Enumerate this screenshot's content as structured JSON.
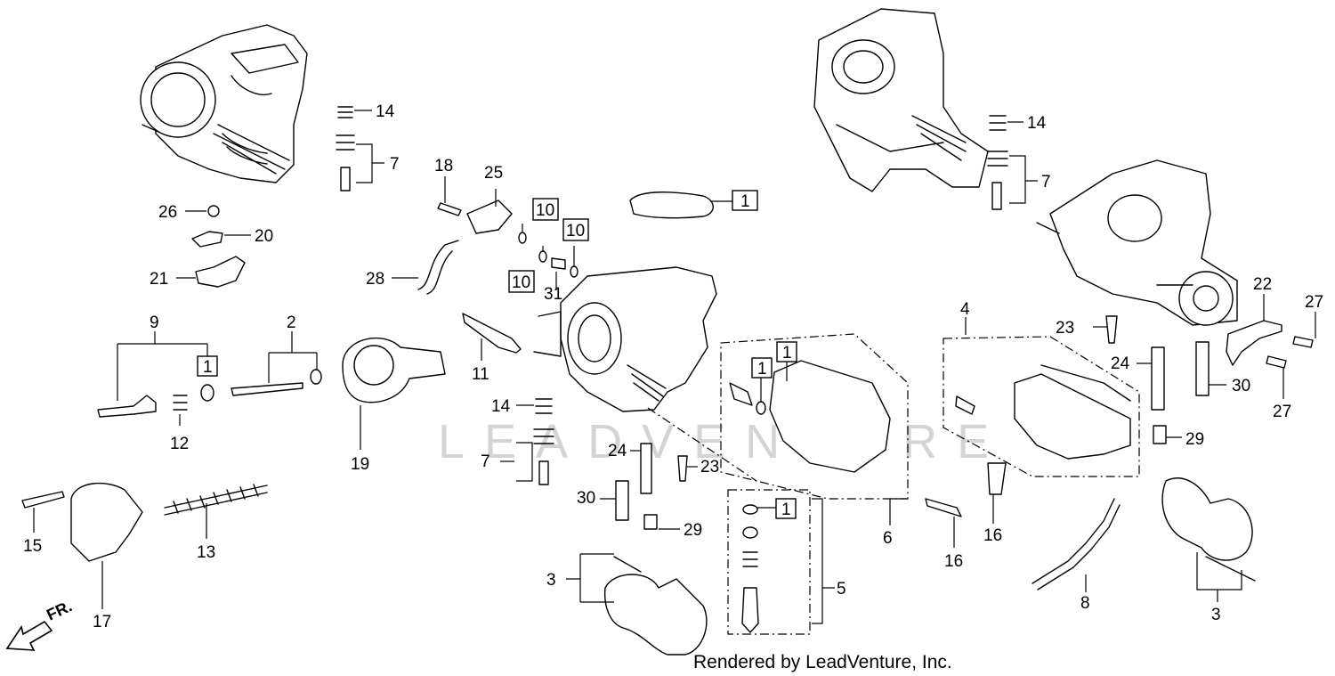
{
  "footer_text": "Rendered by LeadVenture, Inc.",
  "watermark_text": "LEADVENTURE",
  "front_arrow_label": "FR.",
  "callouts": [
    "1",
    "2",
    "3",
    "4",
    "5",
    "6",
    "7",
    "8",
    "9",
    "10",
    "11",
    "12",
    "13",
    "14",
    "15",
    "16",
    "17",
    "18",
    "19",
    "20",
    "21",
    "22",
    "23",
    "24",
    "25",
    "26",
    "27",
    "28",
    "29",
    "30",
    "31"
  ]
}
